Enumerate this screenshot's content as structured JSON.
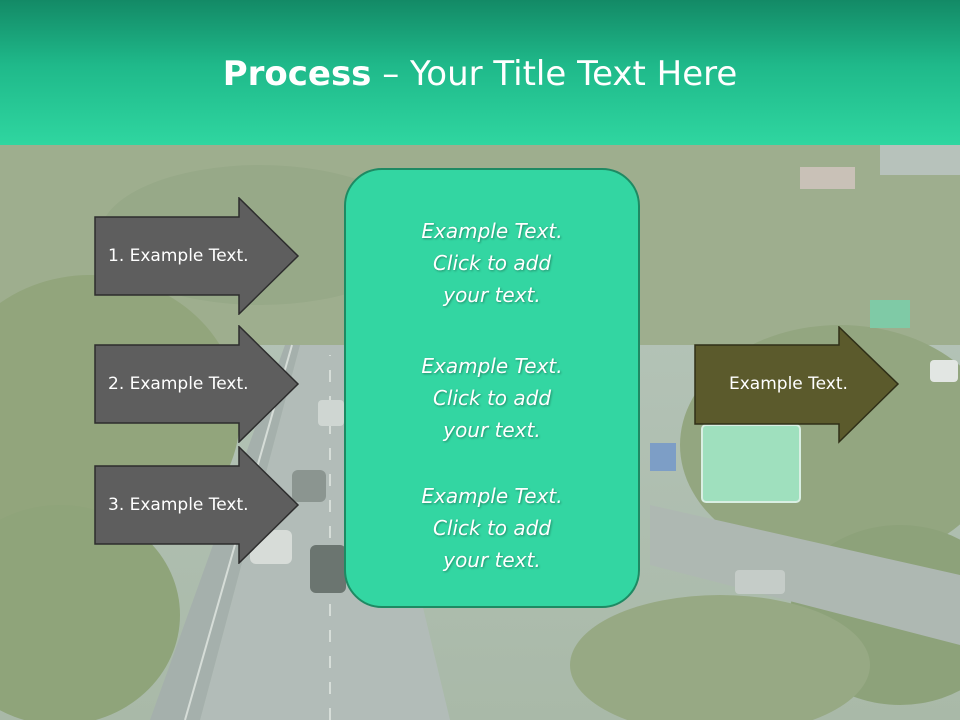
{
  "title": {
    "bold": "Process",
    "rest": " – Your Title Text Here"
  },
  "left_arrows": [
    {
      "label": "1. Example Text."
    },
    {
      "label": "2. Example Text."
    },
    {
      "label": "3. Example Text."
    }
  ],
  "center_box": {
    "blocks": [
      {
        "line1": "Example Text.",
        "line2": "Click  to add",
        "line3": "your text."
      },
      {
        "line1": "Example Text.",
        "line2": "Click  to add",
        "line3": "your text."
      },
      {
        "line1": "Example Text.",
        "line2": "Click  to add",
        "line3": "your text."
      }
    ]
  },
  "right_arrow": {
    "label": "Example Text."
  },
  "colors": {
    "header": "#1fb98a",
    "box_fill": "#33d6a2",
    "left_arrow_fill": "#5e5e5e",
    "right_arrow_fill": "#5b5a2c"
  }
}
